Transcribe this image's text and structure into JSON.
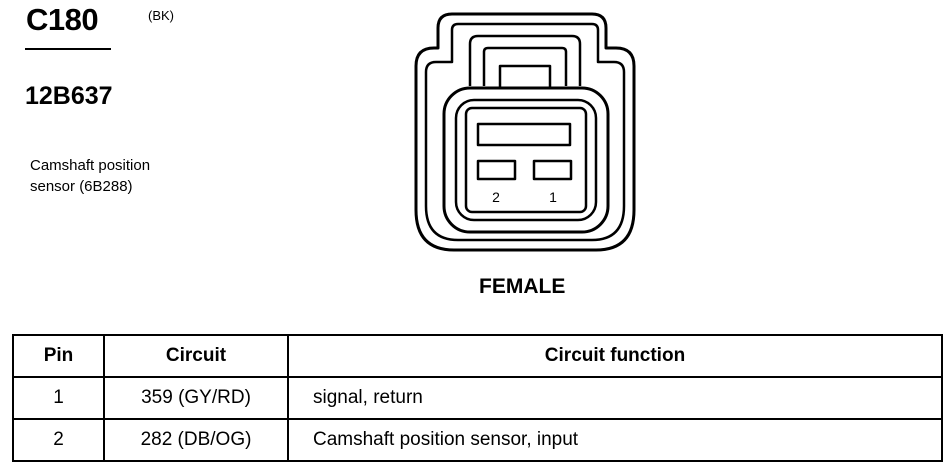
{
  "connector": {
    "id": "C180",
    "color_code": "(BK)",
    "part_number": "12B637",
    "description_line1": "Camshaft position",
    "description_line2": "sensor (6B288)"
  },
  "diagram": {
    "pin_labels": [
      "2",
      "1"
    ],
    "gender": "FEMALE"
  },
  "table": {
    "headers": [
      "Pin",
      "Circuit",
      "Circuit function"
    ],
    "rows": [
      {
        "pin": "1",
        "circuit": "359 (GY/RD)",
        "function": "signal, return"
      },
      {
        "pin": "2",
        "circuit": "282 (DB/OG)",
        "function": "Camshaft position sensor, input"
      }
    ]
  }
}
